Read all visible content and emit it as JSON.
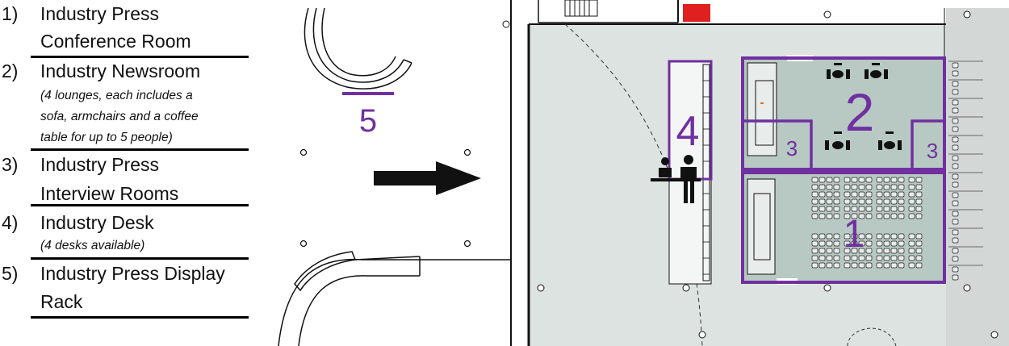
{
  "legend": {
    "items": [
      {
        "number": "1)",
        "lines": [
          "Industry Press",
          "Conference Room"
        ],
        "note": []
      },
      {
        "number": "2)",
        "lines": [
          "Industry Newsroom"
        ],
        "note": [
          "(4 lounges, each includes a",
          "sofa, armchairs and a coffee",
          "table for up to 5 people)"
        ]
      },
      {
        "number": "3)",
        "lines": [
          "Industry Press",
          "Interview Rooms"
        ],
        "note": []
      },
      {
        "number": "4)",
        "lines": [
          "Industry Desk"
        ],
        "note": [
          "(4 desks available)"
        ]
      },
      {
        "number": "5)",
        "lines": [
          "Industry Press Display",
          "Rack"
        ],
        "note": []
      }
    ]
  },
  "plan": {
    "labels": {
      "rack": "5",
      "desk": "4",
      "newsroom": "2",
      "conference": "1",
      "interview_left": "3",
      "interview_right": "3"
    },
    "colors": {
      "highlight": "#7030a0",
      "floor": "#dde3e0",
      "room_fill": "#b8c9c4",
      "wall": "#111111",
      "exit": "#e02020"
    },
    "icons": [
      "arrow-right-icon",
      "people-icon"
    ]
  }
}
